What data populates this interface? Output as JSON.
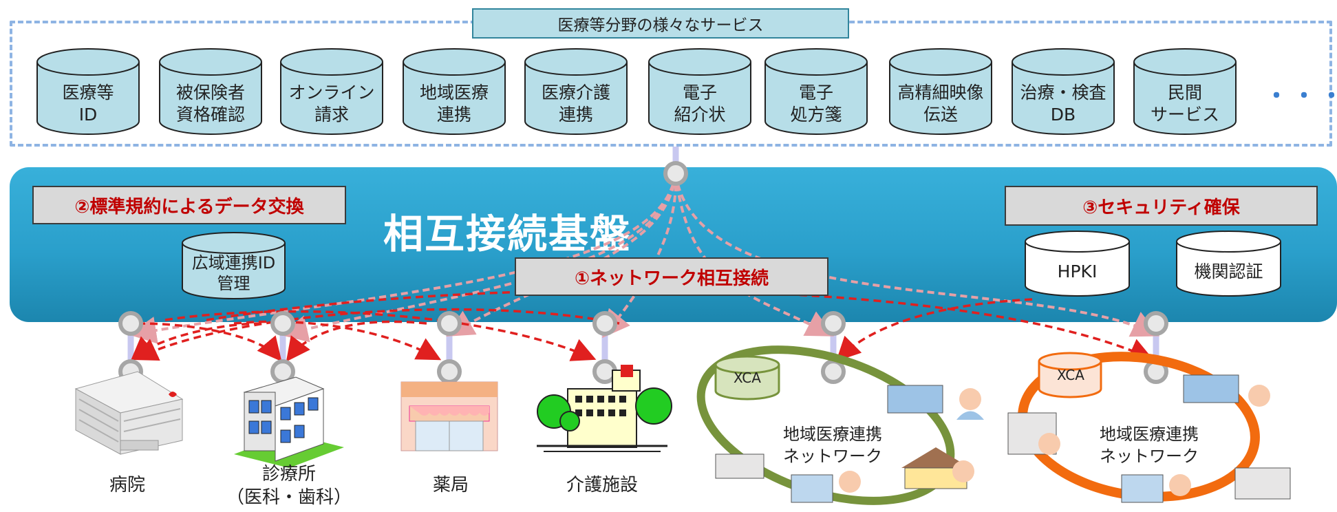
{
  "services": {
    "title": "医療等分野の様々なサービス",
    "items": [
      {
        "line1": "医療等",
        "line2": "ID"
      },
      {
        "line1": "被保険者",
        "line2": "資格確認"
      },
      {
        "line1": "オンライン",
        "line2": "請求"
      },
      {
        "line1": "地域医療",
        "line2": "連携"
      },
      {
        "line1": "医療介護",
        "line2": "連携"
      },
      {
        "line1": "電子",
        "line2": "紹介状"
      },
      {
        "line1": "電子",
        "line2": "処方箋"
      },
      {
        "line1": "高精細映像",
        "line2": "伝送"
      },
      {
        "line1": "治療・検査",
        "line2": "DB"
      },
      {
        "line1": "民間",
        "line2": "サービス"
      }
    ],
    "ellipsis": "・・・"
  },
  "platform": {
    "title": "相互接続基盤",
    "standard_exchange": "②標準規約によるデータ交換",
    "security": "③セキュリティ確保",
    "network": "①ネットワーク相互接続",
    "wide_id": {
      "line1": "広域連携ID",
      "line2": "管理"
    },
    "hpki": "HPKI",
    "org_auth": "機関認証"
  },
  "facilities": {
    "hospital": "病院",
    "clinic": {
      "line1": "診療所",
      "line2": "（医科・歯科）"
    },
    "pharmacy": "薬局",
    "care": "介護施設"
  },
  "networks": [
    {
      "xca": "XCA",
      "line1": "地域医療連携",
      "line2": "ネットワーク"
    },
    {
      "xca": "XCA",
      "line1": "地域医療連携",
      "line2": "ネットワーク"
    }
  ],
  "colors": {
    "platform": "#2A9FCB",
    "red_text": "#C00000",
    "services_fill": "#B7DEE8",
    "network_green": "#77933C",
    "network_orange": "#F26B0F",
    "arrow_red": "#E0201F"
  }
}
